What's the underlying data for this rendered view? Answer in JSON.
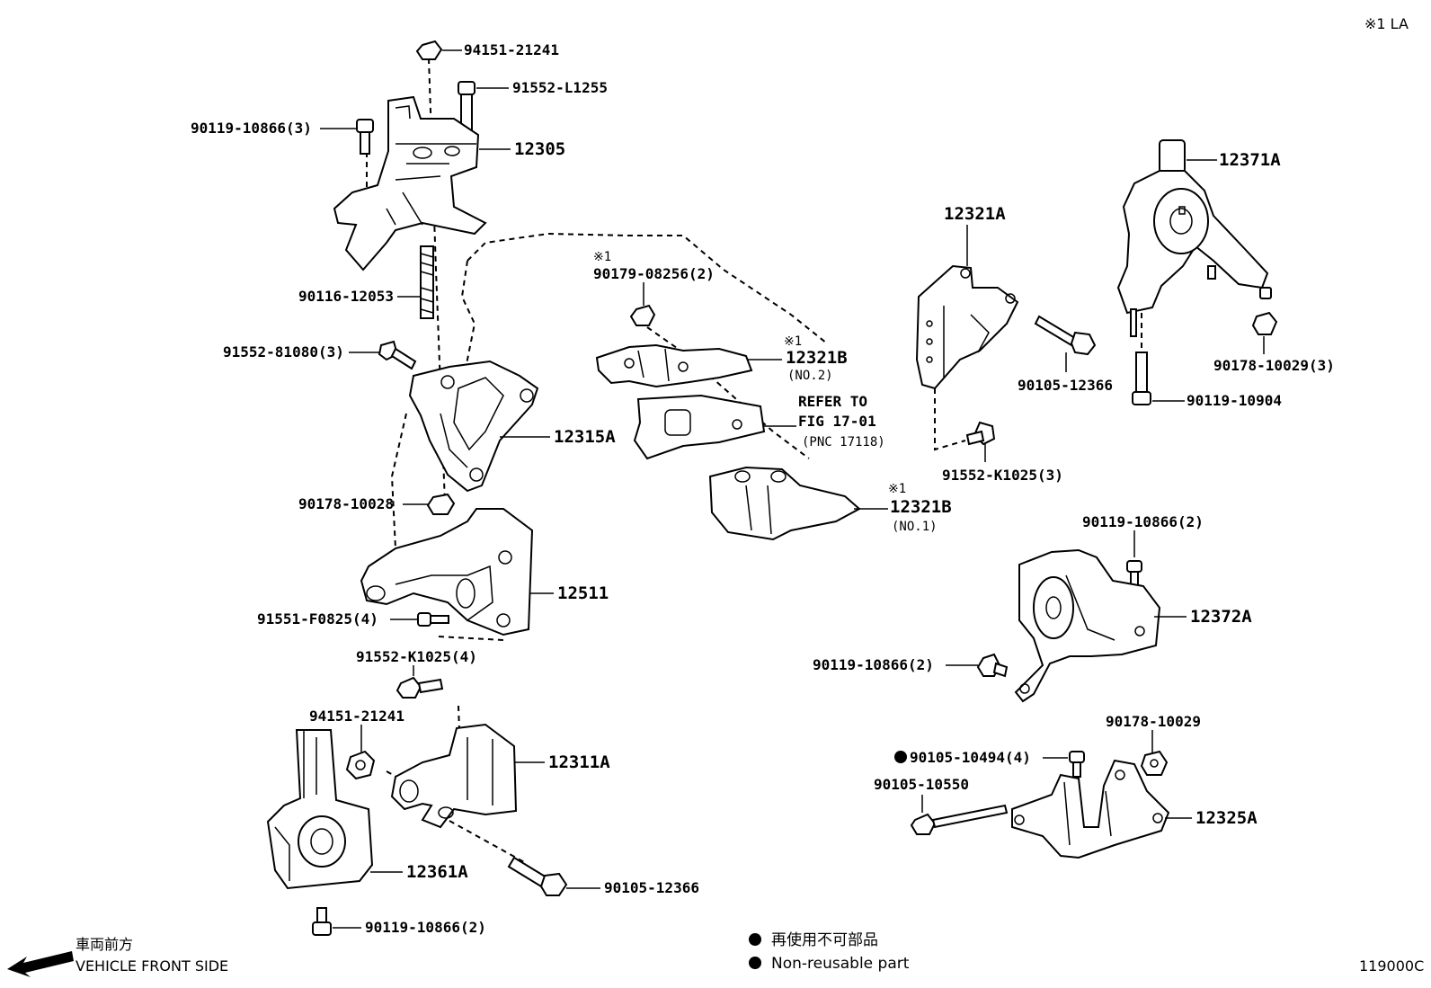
{
  "header": {
    "note": "※1 LA"
  },
  "figure_code": "119000C",
  "orientation": {
    "label_jp": "車両前方",
    "label_en": "VEHICLE FRONT SIDE"
  },
  "legend": [
    {
      "symbol": "●",
      "text": "再使用不可部品"
    },
    {
      "symbol": "●",
      "text": "Non-reusable part"
    }
  ],
  "callouts": {
    "p_94151_21241_top": "94151-21241",
    "p_91552_L1255": "91552-L1255",
    "p_90119_10866_3": "90119-10866(3)",
    "p_12305": "12305",
    "p_90116_12053": "90116-12053",
    "p_91552_81080_3": "91552-81080(3)",
    "p_12315A": "12315A",
    "p_90178_10028": "90178-10028",
    "p_12511": "12511",
    "p_91551_F0825_4": "91551-F0825(4)",
    "p_91552_K1025_4": "91552-K1025(4)",
    "p_94151_21241_low": "94151-21241",
    "p_12311A": "12311A",
    "p_12361A": "12361A",
    "p_90105_12366_low": "90105-12366",
    "p_90119_10866_2_low": "90119-10866(2)",
    "p_note1_a": "※1",
    "p_90179_08256_2": "90179-08256(2)",
    "p_note1_b": "※1",
    "p_12321B_no2": "12321B",
    "p_no2": "(NO.2)",
    "p_refer1": "REFER TO",
    "p_refer2": "FIG 17-01",
    "p_refer3": "(PNC 17118)",
    "p_note1_c": "※1",
    "p_12321B_no1": "12321B",
    "p_no1": "(NO.1)",
    "p_12321A": "12321A",
    "p_90105_12366_mid": "90105-12366",
    "p_91552_K1025_3": "91552-K1025(3)",
    "p_12371A": "12371A",
    "p_90178_10029_3": "90178-10029(3)",
    "p_90119_10904": "90119-10904",
    "p_90119_10866_2_r": "90119-10866(2)",
    "p_12372A": "12372A",
    "p_90119_10866_2_r2": "90119-10866(2)",
    "p_90178_10029": "90178-10029",
    "p_90105_10494_4": "90105-10494(4)",
    "p_90105_10550": "90105-10550",
    "p_12325A": "12325A"
  }
}
